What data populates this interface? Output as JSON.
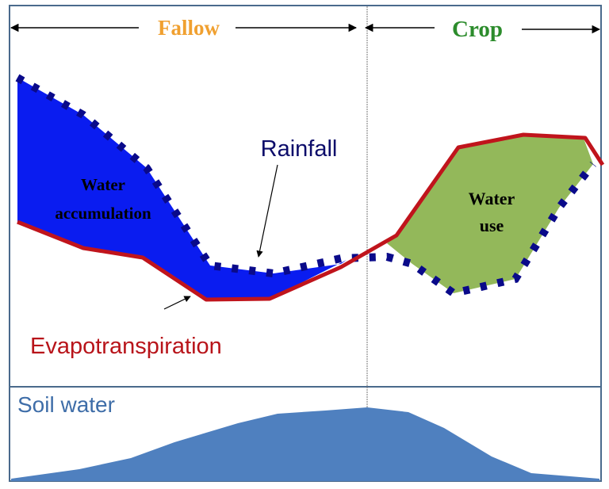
{
  "header": {
    "fallow_label": "Fallow",
    "crop_label": "Crop"
  },
  "upper_panel": {
    "rainfall_label": "Rainfall",
    "water_accumulation_line1": "Water",
    "water_accumulation_line2": "accumulation",
    "water_use_line1": "Water",
    "water_use_line2": "use",
    "evapotranspiration_label": "Evapotranspiration"
  },
  "lower_panel": {
    "soil_water_label": "Soil water"
  },
  "colors": {
    "frame": "#4a6a8c",
    "fallow_text": "#f0a030",
    "crop_text": "#2c8c2c",
    "rainfall_line": "#0a0a8a",
    "rainfall_text": "#0c0c6a",
    "water_accumulation_fill": "#0a1cf0",
    "water_use_fill": "#93b85a",
    "evapotranspiration_line": "#c0141c",
    "evapotranspiration_text": "#b8141a",
    "soil_water_fill": "#4f80bf",
    "soil_water_text": "#3e6da8"
  }
}
